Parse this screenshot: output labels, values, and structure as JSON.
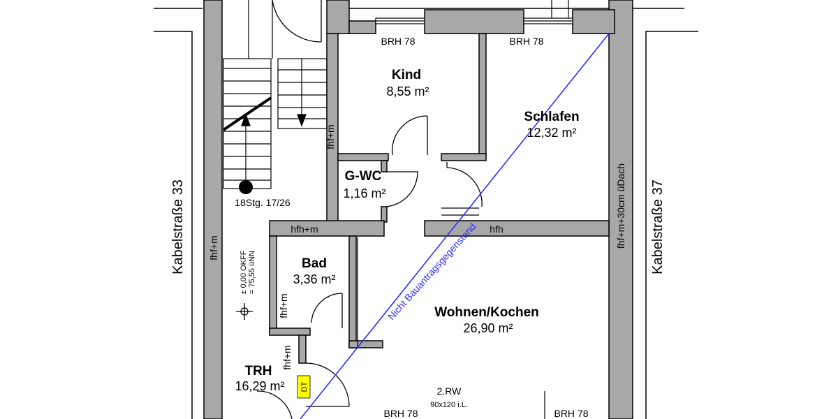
{
  "rooms": {
    "kind": {
      "name": "Kind",
      "area": "8,55 m²"
    },
    "schlafen": {
      "name": "Schlafen",
      "area": "12,32 m²"
    },
    "gwc": {
      "name": "G-WC",
      "area": "1,16 m²"
    },
    "bad": {
      "name": "Bad",
      "area": "3,36 m²"
    },
    "wohnen": {
      "name": "Wohnen/Kochen",
      "area": "26,90 m²"
    },
    "trh": {
      "name": "TRH",
      "area": "16,29 m²"
    }
  },
  "streets": {
    "left": "Kabelstraße 33",
    "right": "Kabelstraße 37"
  },
  "labels": {
    "brh_top_left": "BRH 78",
    "brh_top_right": "BRH 78",
    "brh_bottom_left": "BRH 78",
    "brh_bottom_right": "BRH 78",
    "fhf_m_left": "fhf+m",
    "fhf_m_stair": "fhf+m",
    "hfh_m": "hfh+m",
    "hfh": "hfh",
    "fhf_dach": "fhf+m+30cm üDach",
    "fhf_m_bad": "fhf+m",
    "fhf_m_trh": "fhf+m",
    "stairs": "18Stg. 17/26",
    "okff_1": "± 0,00 OKFF",
    "okff_2": "= 75,55 üNN",
    "window": "2.RW",
    "window_size": "90x120 i.L.",
    "dt": "DT",
    "not_subject": "Nicht Bauantragsgegenstand"
  },
  "colors": {
    "wall": "#a8a8a8",
    "diagonal": "#2d2dff",
    "dt_badge": "#ffff00"
  }
}
